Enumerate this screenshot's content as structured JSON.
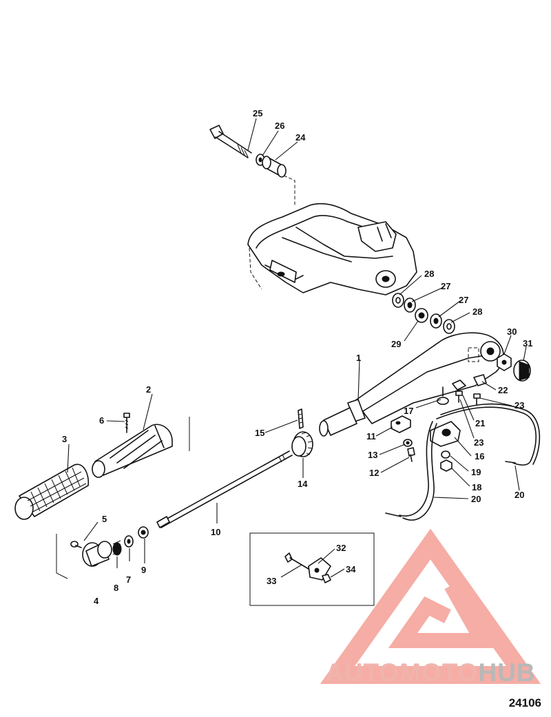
{
  "figure": {
    "number": "24106",
    "watermark": {
      "part_a": "AUTOMOTO",
      "part_b": "HUB",
      "color_a": "#f0b4ad",
      "color_b": "#b8b8b8",
      "logo_color": "#f4a59c"
    }
  },
  "callouts": [
    {
      "id": "c1",
      "text": "1"
    },
    {
      "id": "c2",
      "text": "2"
    },
    {
      "id": "c3",
      "text": "3"
    },
    {
      "id": "c4",
      "text": "4"
    },
    {
      "id": "c5",
      "text": "5"
    },
    {
      "id": "c6",
      "text": "6"
    },
    {
      "id": "c7",
      "text": "7"
    },
    {
      "id": "c8",
      "text": "8"
    },
    {
      "id": "c9",
      "text": "9"
    },
    {
      "id": "c10",
      "text": "10"
    },
    {
      "id": "c11",
      "text": "11"
    },
    {
      "id": "c12",
      "text": "12"
    },
    {
      "id": "c13",
      "text": "13"
    },
    {
      "id": "c14",
      "text": "14"
    },
    {
      "id": "c15",
      "text": "15"
    },
    {
      "id": "c16",
      "text": "16"
    },
    {
      "id": "c17",
      "text": "17"
    },
    {
      "id": "c18",
      "text": "18"
    },
    {
      "id": "c19",
      "text": "19"
    },
    {
      "id": "c20a",
      "text": "20"
    },
    {
      "id": "c20b",
      "text": "20"
    },
    {
      "id": "c21",
      "text": "21"
    },
    {
      "id": "c22",
      "text": "22"
    },
    {
      "id": "c23a",
      "text": "23"
    },
    {
      "id": "c23b",
      "text": "23"
    },
    {
      "id": "c24",
      "text": "24"
    },
    {
      "id": "c25",
      "text": "25"
    },
    {
      "id": "c26",
      "text": "26"
    },
    {
      "id": "c27a",
      "text": "27"
    },
    {
      "id": "c27b",
      "text": "27"
    },
    {
      "id": "c28a",
      "text": "28"
    },
    {
      "id": "c28b",
      "text": "28"
    },
    {
      "id": "c29",
      "text": "29"
    },
    {
      "id": "c30",
      "text": "30"
    },
    {
      "id": "c31",
      "text": "31"
    },
    {
      "id": "c32",
      "text": "32"
    },
    {
      "id": "c33",
      "text": "33"
    },
    {
      "id": "c34",
      "text": "34"
    }
  ]
}
